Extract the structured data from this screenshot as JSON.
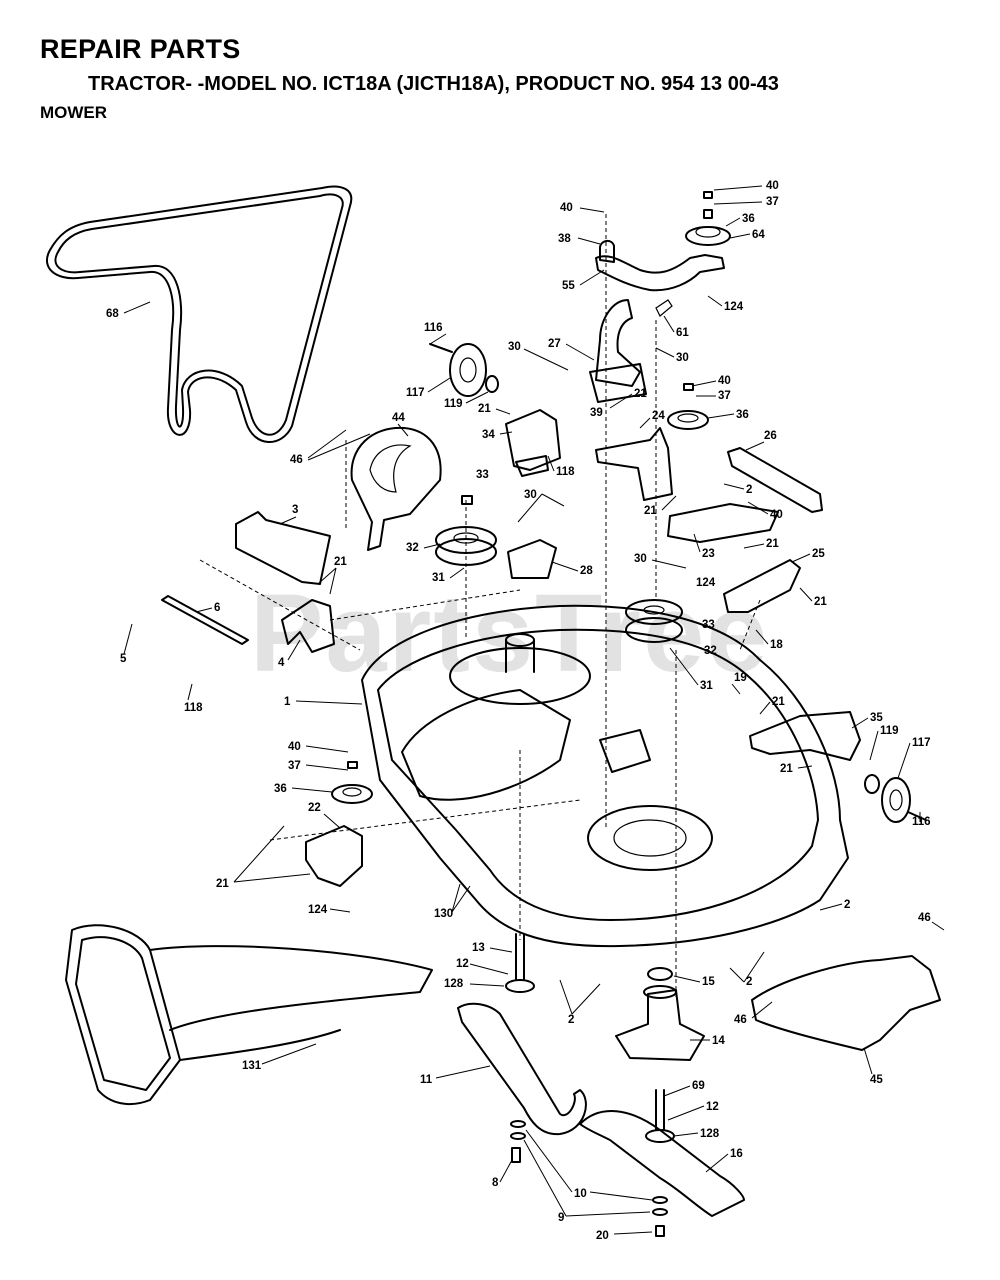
{
  "header": {
    "title": "REPAIR PARTS",
    "subtitle": "TRACTOR- -MODEL NO. ICT18A (JICTH18A), PRODUCT NO. 954 13 00-43",
    "section": "MOWER"
  },
  "watermark": "PartsTree",
  "callouts": [
    {
      "id": "c40a",
      "text": "40"
    },
    {
      "id": "c37a",
      "text": "37"
    },
    {
      "id": "c36a",
      "text": "36"
    },
    {
      "id": "c64",
      "text": "64"
    },
    {
      "id": "c40b",
      "text": "40"
    },
    {
      "id": "c38",
      "text": "38"
    },
    {
      "id": "c55",
      "text": "55"
    },
    {
      "id": "c124a",
      "text": "124"
    },
    {
      "id": "c68",
      "text": "68"
    },
    {
      "id": "c61",
      "text": "61"
    },
    {
      "id": "c116a",
      "text": "116"
    },
    {
      "id": "c30a",
      "text": "30"
    },
    {
      "id": "c27",
      "text": "27"
    },
    {
      "id": "c30b",
      "text": "30"
    },
    {
      "id": "c117a",
      "text": "117"
    },
    {
      "id": "c119a",
      "text": "119"
    },
    {
      "id": "c40c",
      "text": "40"
    },
    {
      "id": "c37b",
      "text": "37"
    },
    {
      "id": "c21a",
      "text": "21"
    },
    {
      "id": "c39",
      "text": "39"
    },
    {
      "id": "c21b",
      "text": "21"
    },
    {
      "id": "c36b",
      "text": "36"
    },
    {
      "id": "c34",
      "text": "34"
    },
    {
      "id": "c44",
      "text": "44"
    },
    {
      "id": "c24",
      "text": "24"
    },
    {
      "id": "c26",
      "text": "26"
    },
    {
      "id": "c46a",
      "text": "46"
    },
    {
      "id": "c118a",
      "text": "118"
    },
    {
      "id": "c33a",
      "text": "33"
    },
    {
      "id": "c2a",
      "text": "2"
    },
    {
      "id": "c21c",
      "text": "21"
    },
    {
      "id": "c40d",
      "text": "40"
    },
    {
      "id": "c30c",
      "text": "30"
    },
    {
      "id": "c3",
      "text": "3"
    },
    {
      "id": "c23",
      "text": "23"
    },
    {
      "id": "c21d",
      "text": "21"
    },
    {
      "id": "c32a",
      "text": "32"
    },
    {
      "id": "c30d",
      "text": "30"
    },
    {
      "id": "c25",
      "text": "25"
    },
    {
      "id": "c21e",
      "text": "21"
    },
    {
      "id": "c28",
      "text": "28"
    },
    {
      "id": "c124b",
      "text": "124"
    },
    {
      "id": "c31a",
      "text": "31"
    },
    {
      "id": "c21f",
      "text": "21"
    },
    {
      "id": "c6",
      "text": "6"
    },
    {
      "id": "c33b",
      "text": "33"
    },
    {
      "id": "c18",
      "text": "18"
    },
    {
      "id": "c5",
      "text": "5"
    },
    {
      "id": "c4",
      "text": "4"
    },
    {
      "id": "c32b",
      "text": "32"
    },
    {
      "id": "c31b",
      "text": "31"
    },
    {
      "id": "c19",
      "text": "19"
    },
    {
      "id": "c118b",
      "text": "118"
    },
    {
      "id": "c1",
      "text": "1"
    },
    {
      "id": "c21g",
      "text": "21"
    },
    {
      "id": "c35",
      "text": "35"
    },
    {
      "id": "c119b",
      "text": "119"
    },
    {
      "id": "c117b",
      "text": "117"
    },
    {
      "id": "c40e",
      "text": "40"
    },
    {
      "id": "c37c",
      "text": "37"
    },
    {
      "id": "c21h",
      "text": "21"
    },
    {
      "id": "c36c",
      "text": "36"
    },
    {
      "id": "c116b",
      "text": "116"
    },
    {
      "id": "c22",
      "text": "22"
    },
    {
      "id": "c21i",
      "text": "21"
    },
    {
      "id": "c124c",
      "text": "124"
    },
    {
      "id": "c130",
      "text": "130"
    },
    {
      "id": "c2b",
      "text": "2"
    },
    {
      "id": "c46b",
      "text": "46"
    },
    {
      "id": "c13",
      "text": "13"
    },
    {
      "id": "c12a",
      "text": "12"
    },
    {
      "id": "c128a",
      "text": "128"
    },
    {
      "id": "c15",
      "text": "15"
    },
    {
      "id": "c2c",
      "text": "2"
    },
    {
      "id": "c2d",
      "text": "2"
    },
    {
      "id": "c46c",
      "text": "46"
    },
    {
      "id": "c14",
      "text": "14"
    },
    {
      "id": "c131",
      "text": "131"
    },
    {
      "id": "c45",
      "text": "45"
    },
    {
      "id": "c11",
      "text": "11"
    },
    {
      "id": "c69",
      "text": "69"
    },
    {
      "id": "c12b",
      "text": "12"
    },
    {
      "id": "c128b",
      "text": "128"
    },
    {
      "id": "c16",
      "text": "16"
    },
    {
      "id": "c8",
      "text": "8"
    },
    {
      "id": "c10",
      "text": "10"
    },
    {
      "id": "c9",
      "text": "9"
    },
    {
      "id": "c20",
      "text": "20"
    }
  ]
}
